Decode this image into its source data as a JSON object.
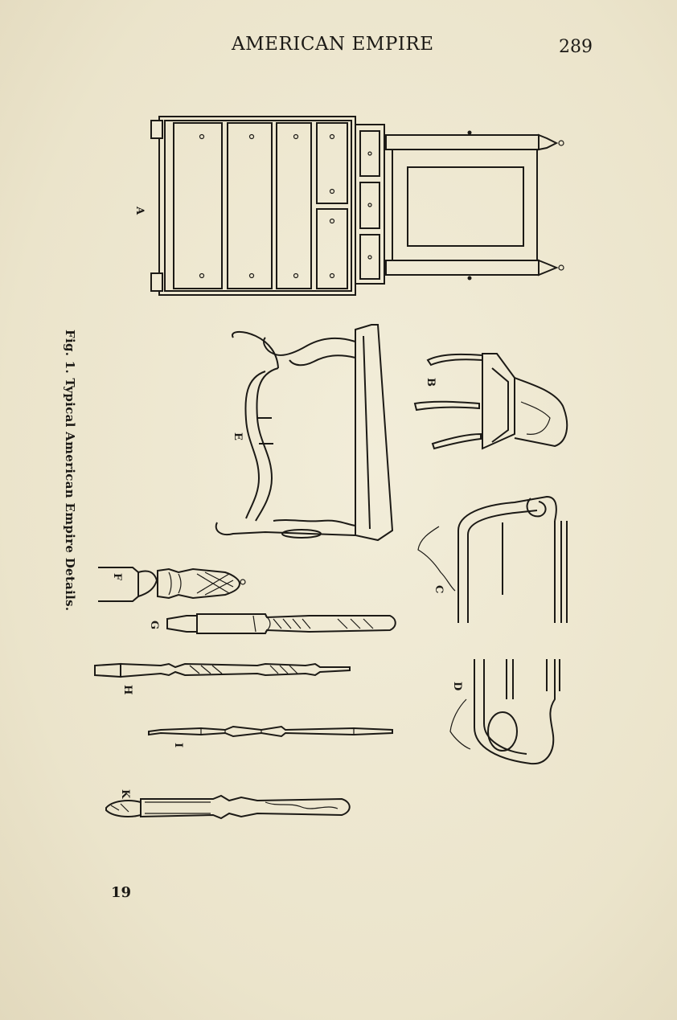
{
  "header": {
    "title": "AMERICAN EMPIRE",
    "page_number": "289"
  },
  "figure": {
    "caption": "Fig. 1. Typical American Empire Details.",
    "labels": {
      "a": "A",
      "b": "B",
      "c": "C",
      "d": "D",
      "e": "E",
      "f": "F",
      "g": "G",
      "h": "H",
      "i": "I",
      "k": "K"
    }
  },
  "footer": {
    "folio": "19"
  }
}
